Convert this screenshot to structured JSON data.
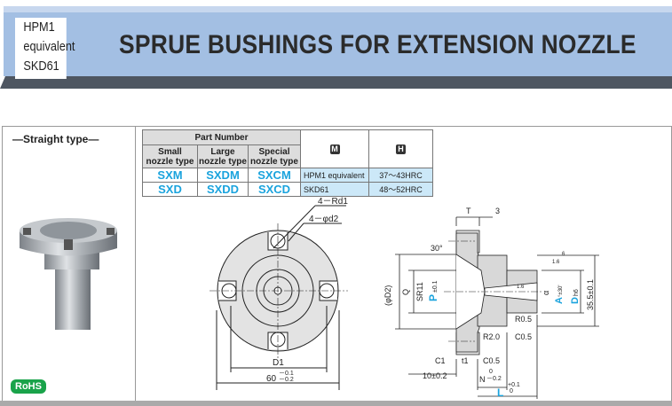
{
  "header": {
    "material_lines": [
      "HPM1",
      "equivalent",
      "SKD61"
    ],
    "title": "SPRUE BUSHINGS FOR EXTENSION NOZZLE"
  },
  "left": {
    "type_label": "—Straight type—",
    "rohs": "RoHS"
  },
  "table": {
    "part_number": "Part Number",
    "material_icon": "M",
    "hardness_icon": "H",
    "cols": [
      [
        "Small",
        "nozzle type"
      ],
      [
        "Large",
        "nozzle type"
      ],
      [
        "Special",
        "nozzle type"
      ]
    ],
    "rows": [
      {
        "small": "SXM",
        "large": "SXDM",
        "special": "SXCM",
        "material": "HPM1 equivalent",
        "hardness": "37～43HRC"
      },
      {
        "small": "SXD",
        "large": "SXDD",
        "special": "SXCD",
        "material": "SKD61",
        "hardness": "48～52HRC"
      }
    ]
  },
  "front_view": {
    "rd1": "4－Rd1",
    "d2": "4－φd2",
    "D1": "D1",
    "dia60": "60",
    "tol60_up": "－0.1",
    "tol60_lo": "－0.2"
  },
  "side_view": {
    "T": "T",
    "three": "3",
    "angle30": "30°",
    "phiD2": "(φD2)",
    "Q": "Q",
    "SR11": "SR11",
    "P": "P",
    "Ptol": "±0.1",
    "alpha": "α",
    "A": "A",
    "Atol": "°±30'",
    "D": "D",
    "Dtol": "h6",
    "dim355": "35.5±0.1",
    "R05": "R0.5",
    "R20": "R2.0",
    "C05a": "C0.5",
    "C05b": "C0.5",
    "C1": "C1",
    "t1": "t1",
    "ten": "10±0.2",
    "N": "N",
    "Ntol_up": "0",
    "Ntol_lo": "－0.2",
    "L": "L",
    "Ltol_up": "+0.1",
    "Ltol_lo": "0",
    "rough1": "1.6",
    "rough2": "1.6",
    "rough3": "6"
  },
  "colors": {
    "header_blue": "#a3bfe3",
    "accent": "#1aa3dd",
    "rohs": "#19a34a"
  }
}
